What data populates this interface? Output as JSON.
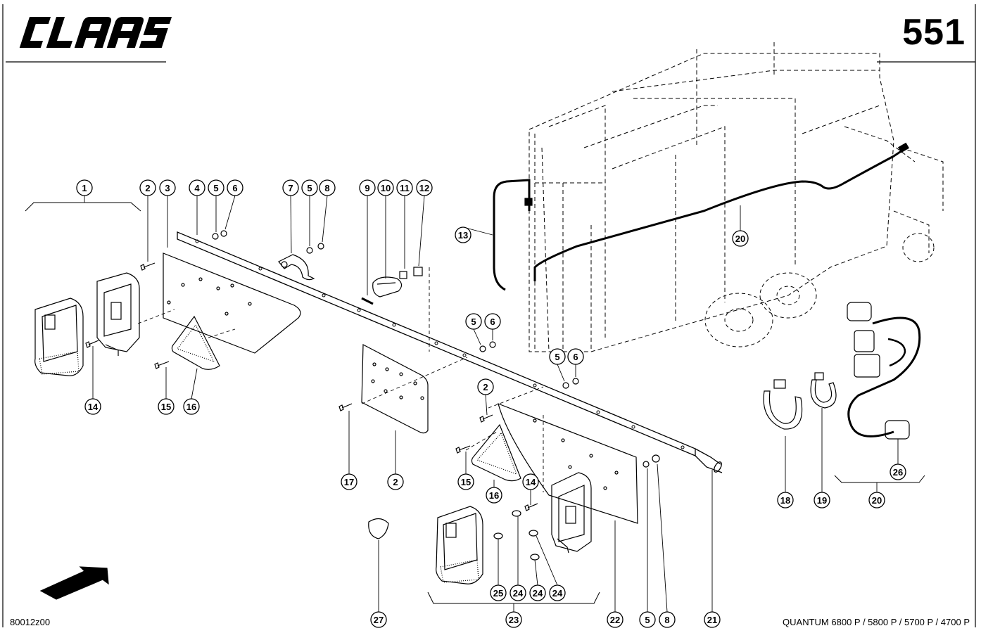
{
  "header": {
    "brand": "CLAAS",
    "page_number": "551"
  },
  "footer": {
    "drawing_code": "80012z00",
    "model_line": "QUANTUM 6800 P / 5800 P / 5700 P / 4700 P"
  },
  "callouts": [
    "1",
    "2",
    "3",
    "4",
    "5",
    "6",
    "7",
    "5",
    "8",
    "9",
    "10",
    "11",
    "12",
    "13",
    "20",
    "5",
    "6",
    "5",
    "6",
    "14",
    "15",
    "16",
    "2",
    "17",
    "2",
    "15",
    "16",
    "14",
    "18",
    "19",
    "20",
    "26",
    "22",
    "5",
    "8",
    "21",
    "25",
    "24",
    "24",
    "24",
    "23",
    "27"
  ],
  "colors": {
    "ink": "#000000",
    "paper": "#ffffff"
  },
  "icons": [
    "direction-arrow-icon"
  ]
}
